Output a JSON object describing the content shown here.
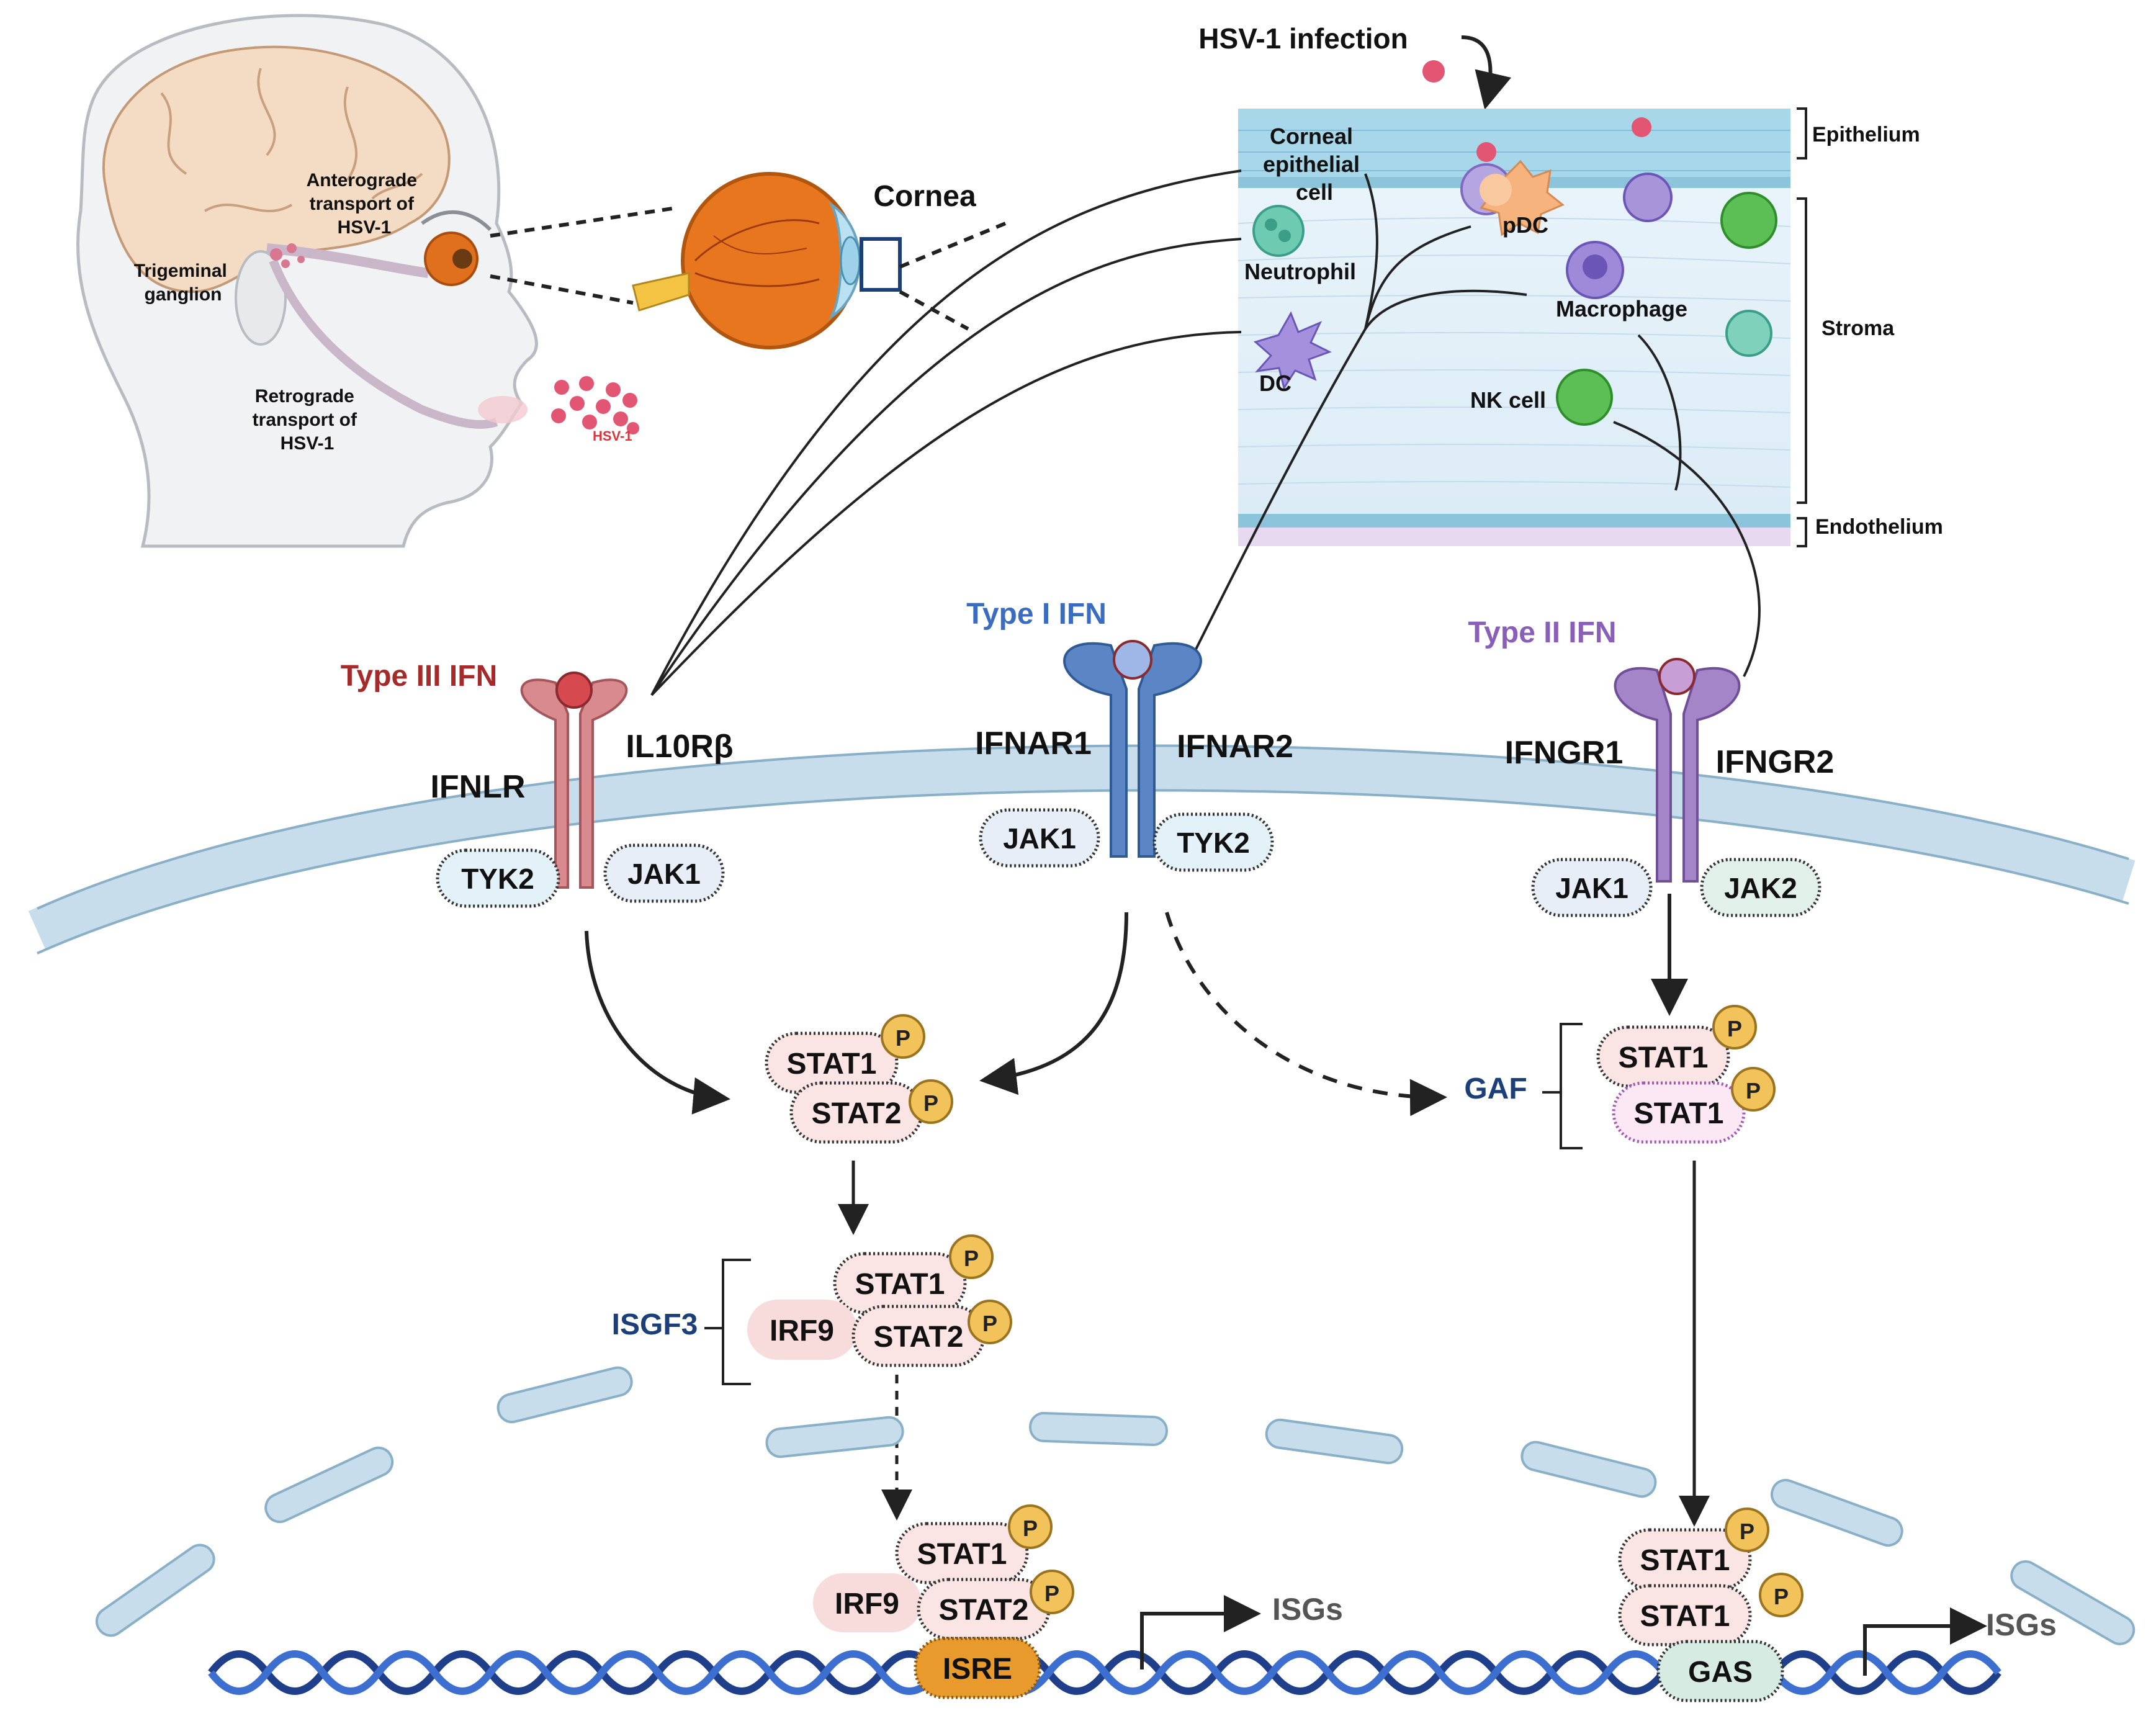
{
  "head_panel": {
    "anterograde": [
      "Anterograde",
      "transport of",
      "HSV-1"
    ],
    "trigeminal": [
      "Trigeminal",
      "ganglion"
    ],
    "retrograde": [
      "Retrograde",
      "transport of",
      "HSV-1"
    ],
    "virus_label": "HSV-1"
  },
  "eye": {
    "title": "Cornea"
  },
  "cornea_panel": {
    "infection": "HSV-1 infection",
    "layers": {
      "epithelium": "Epithelium",
      "stroma": "Stroma",
      "endothelium": "Endothelium"
    },
    "cells": {
      "epithelial": [
        "Corneal",
        "epithelial",
        "cell"
      ],
      "pdc": "pDC",
      "neutrophil": "Neutrophil",
      "macrophage": "Macrophage",
      "dc": "DC",
      "nk": "NK cell"
    }
  },
  "receptors": {
    "type3": {
      "title": "Type III IFN",
      "left": "IFNLR",
      "right": "IL10Rβ",
      "kinase_left": "TYK2",
      "kinase_right": "JAK1",
      "color": "#d98a8f",
      "title_color": "#a52a2a"
    },
    "type1": {
      "title": "Type I IFN",
      "left": "IFNAR1",
      "right": "IFNAR2",
      "kinase_left": "JAK1",
      "kinase_right": "TYK2",
      "color": "#5b85c4",
      "title_color": "#3a6cc0"
    },
    "type2": {
      "title": "Type II IFN",
      "left": "IFNGR1",
      "right": "IFNGR2",
      "kinase_left": "JAK1",
      "kinase_right": "JAK2",
      "color": "#a385c8",
      "title_color": "#8a5fb8"
    }
  },
  "signaling": {
    "stat1": "STAT1",
    "stat2": "STAT2",
    "irf9": "IRF9",
    "phospho": "P",
    "gaf": "GAF",
    "isgf3": "ISGF3",
    "isre": "ISRE",
    "gas": "GAS",
    "isgs": "ISGs"
  }
}
